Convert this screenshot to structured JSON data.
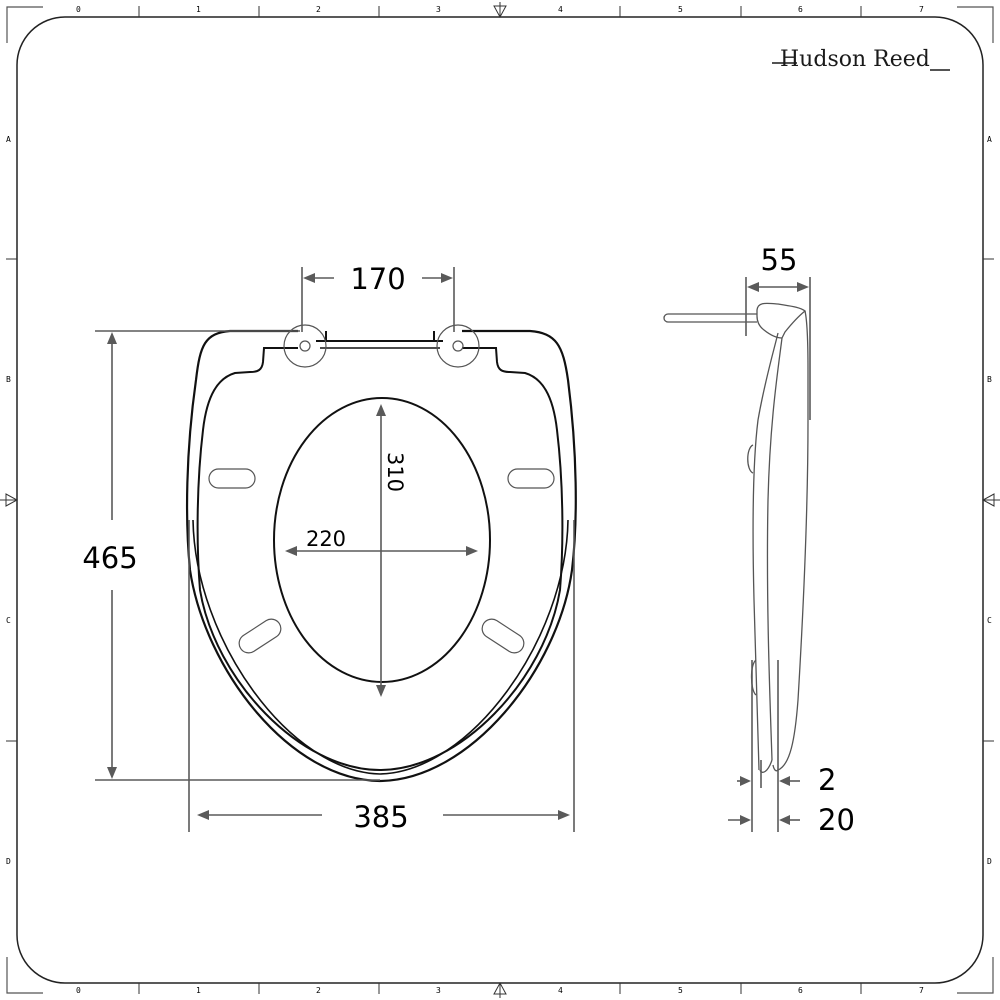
{
  "brand": {
    "name": "Hudson Reed"
  },
  "frame": {
    "ruler_top_labels": [
      "0",
      "1",
      "2",
      "3",
      "4",
      "5",
      "6",
      "7"
    ],
    "ruler_bottom_labels": [
      "0",
      "1",
      "2",
      "3",
      "4",
      "5",
      "6",
      "7"
    ],
    "ruler_left_labels": [
      "A",
      "B",
      "C",
      "D"
    ],
    "ruler_right_labels": [
      "A",
      "B",
      "C",
      "D"
    ]
  },
  "front_view": {
    "hinge_spacing": "170",
    "inner_opening_length": "310",
    "inner_opening_width": "220",
    "overall_length": "465",
    "overall_width": "385"
  },
  "side_view": {
    "hinge_depth": "55",
    "lid_gap": "2",
    "seat_thickness": "20"
  },
  "colors": {
    "line": "#111111",
    "dimension": "#5a5a5a",
    "frame": "#222222"
  }
}
